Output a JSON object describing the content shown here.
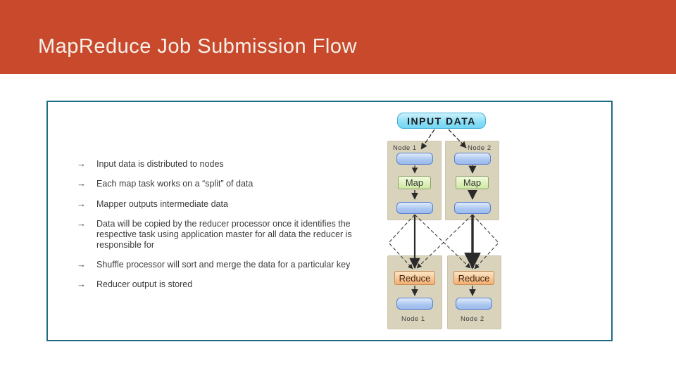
{
  "slide": {
    "title": "MapReduce Job Submission Flow",
    "theme": {
      "header_bg": "#c8492c",
      "title_color": "#f6f1e9",
      "content_border": "#1f6b86",
      "panel_bg": "#d9d3bc",
      "blue_box": "#a8c4ef",
      "map_box": "#cfe9a2",
      "reduce_box": "#f5ad72",
      "input_box": "#8edff7"
    }
  },
  "bullets": [
    "Input data is distributed to nodes",
    "Each map task works on a “split” of data",
    "Mapper outputs intermediate data",
    "Data will be copied by the reducer processor once it identifies the respective task using application master for all data the reducer is responsible for",
    "Shuffle processor will sort and merge the data for a particular key",
    "Reducer output is stored"
  ],
  "bullet_marker": "→",
  "diagram": {
    "input_label": "INPUT DATA",
    "map_label": "Map",
    "reduce_label": "Reduce",
    "node1": "Node 1",
    "node2": "Node 2"
  }
}
